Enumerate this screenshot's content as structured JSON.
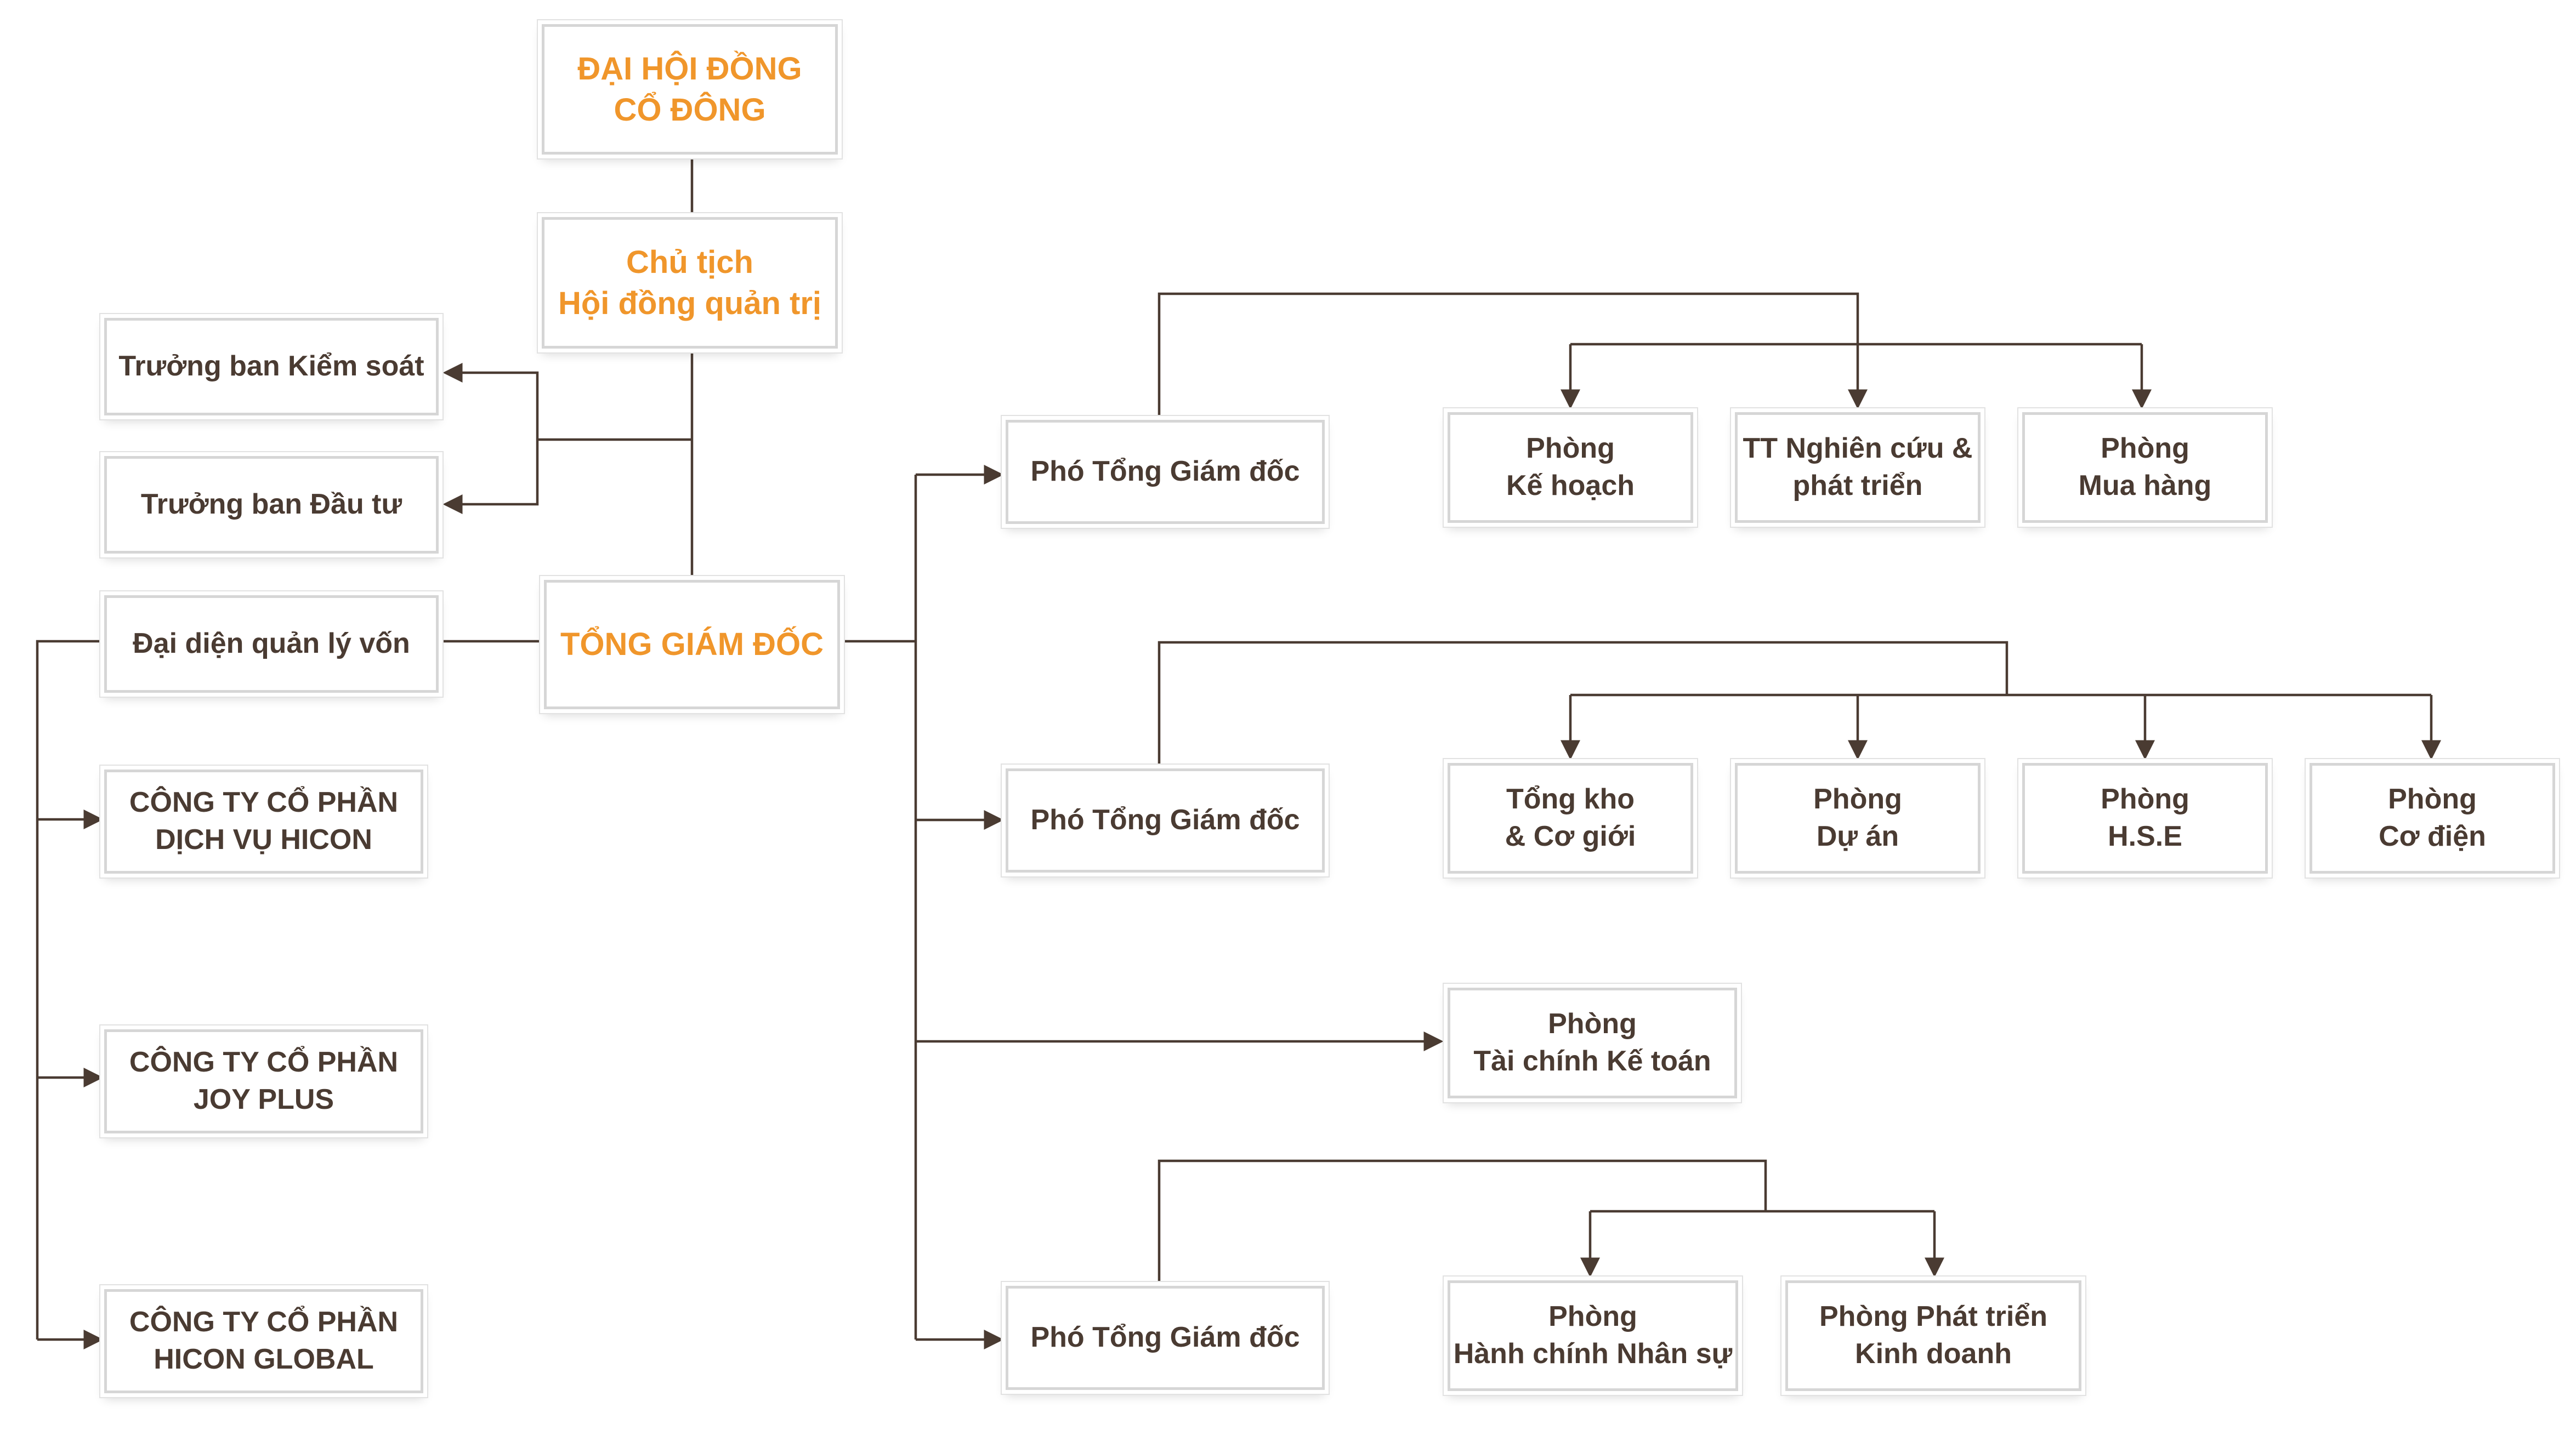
{
  "colors": {
    "text": "#4a3b32",
    "accent": "#f0962b",
    "line": "#4a3b32",
    "border": "#d6d6d6"
  },
  "nodes": {
    "shareholders": [
      "ĐẠI HỘI ĐỒNG",
      "CỔ ĐÔNG"
    ],
    "chairman": [
      "Chủ tịch",
      "Hội đồng quản trị"
    ],
    "ceo": [
      "TỔNG GIÁM ĐỐC"
    ],
    "control_head": [
      "Trưởng ban Kiểm soát"
    ],
    "investment_head": [
      "Trưởng ban Đầu tư"
    ],
    "capital_rep": [
      "Đại diện quản lý vốn"
    ],
    "hicon_services": [
      "CÔNG TY CỔ PHẦN",
      "DỊCH VỤ HICON"
    ],
    "joy_plus": [
      "CÔNG TY CỔ PHẦN",
      "JOY PLUS"
    ],
    "hicon_global": [
      "CÔNG TY CỔ PHẦN",
      "HICON GLOBAL"
    ],
    "deputy_1": [
      "Phó Tổng Giám đốc"
    ],
    "deputy_2": [
      "Phó Tổng Giám đốc"
    ],
    "deputy_3": [
      "Phó Tổng Giám đốc"
    ],
    "planning": [
      "Phòng",
      "Kế hoạch"
    ],
    "rnd_center": [
      "TT Nghiên cứu &",
      "phát triển"
    ],
    "purchasing": [
      "Phòng",
      "Mua hàng"
    ],
    "warehouse": [
      "Tổng kho",
      "& Cơ giới"
    ],
    "projects": [
      "Phòng",
      "Dự án"
    ],
    "hse": [
      "Phòng",
      "H.S.E"
    ],
    "mep": [
      "Phòng",
      "Cơ điện"
    ],
    "finance": [
      "Phòng",
      "Tài chính Kế toán"
    ],
    "hr_admin": [
      "Phòng",
      "Hành chính Nhân sự"
    ],
    "business_dev": [
      "Phòng Phát triển",
      "Kinh doanh"
    ]
  }
}
